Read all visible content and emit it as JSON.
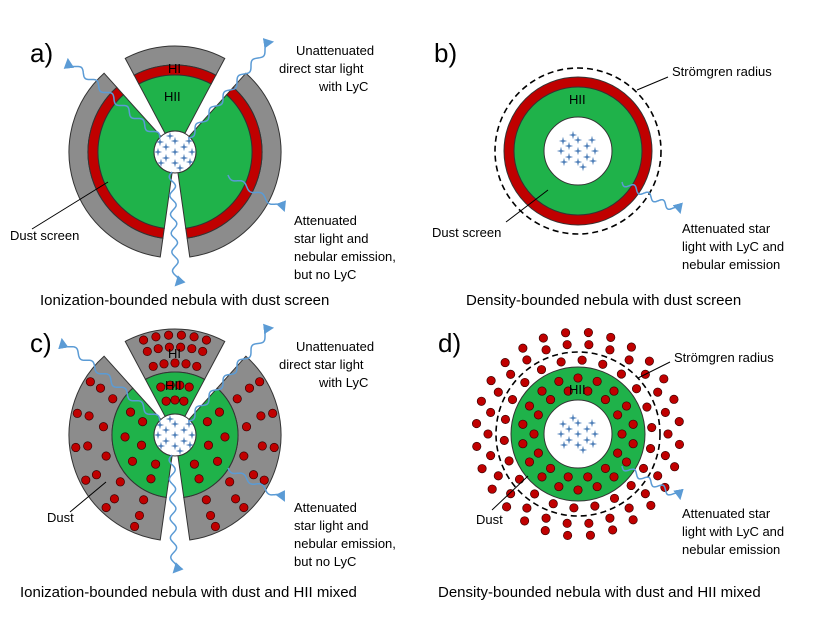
{
  "panels": {
    "a": {
      "letter": "a)",
      "caption": "Ionization-bounded nebula with dust screen",
      "zone_outer": "HI",
      "zone_inner": "HII",
      "unattenuated": [
        "Unattenuated",
        "direct star light",
        "with LyC"
      ],
      "attenuated": [
        "Attenuated",
        "star light and",
        "nebular emission,",
        "but no LyC"
      ],
      "dust": "Dust screen"
    },
    "b": {
      "letter": "b)",
      "caption": "Density-bounded nebula with dust screen",
      "zone_inner": "HII",
      "stromgren": "Strömgren radius",
      "attenuated": [
        "Attenuated star",
        "light with LyC and",
        "nebular emission"
      ],
      "dust": "Dust screen"
    },
    "c": {
      "letter": "c)",
      "caption": "Ionization-bounded nebula with dust and HII mixed",
      "zone_outer": "HI",
      "zone_inner": "HII",
      "unattenuated": [
        "Unattenuated",
        "direct star light",
        "with LyC"
      ],
      "attenuated": [
        "Attenuated",
        "star light and",
        "nebular emission,",
        "but no LyC"
      ],
      "dust": "Dust"
    },
    "d": {
      "letter": "d)",
      "caption": "Density-bounded nebula with dust and HII mixed",
      "zone_inner": "HII",
      "stromgren": "Strömgren radius",
      "attenuated": [
        "Attenuated star",
        "light with LyC and",
        "nebular emission"
      ],
      "dust": "Dust"
    }
  },
  "colors": {
    "hi_gray": "#8c8c8c",
    "dust_red": "#c00000",
    "hii_green": "#1fb24a",
    "star_blue": "#4f7fb8",
    "ray_blue": "#5b9bd5",
    "outline": "#333333"
  }
}
